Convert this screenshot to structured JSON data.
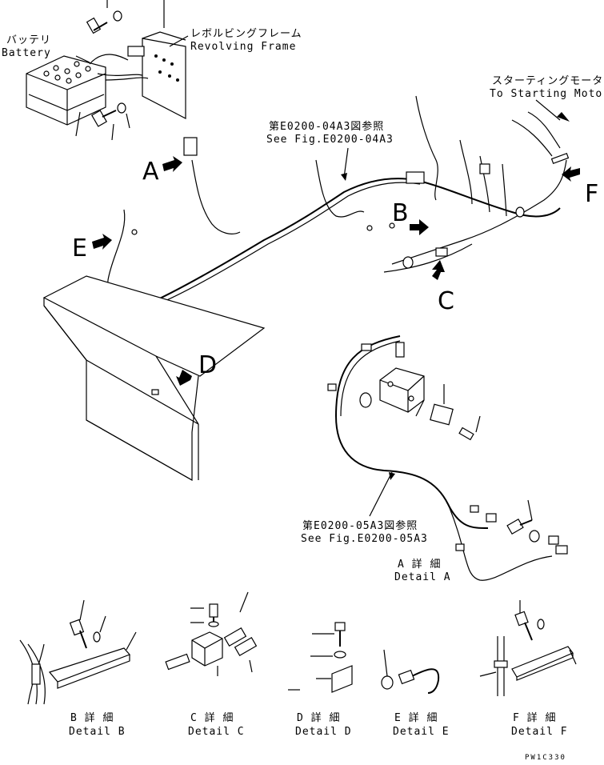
{
  "labels": {
    "battery_jp": "バッテリ",
    "battery_en": "Battery",
    "frame_jp": "レボルビングフレーム",
    "frame_en": "Revolving Frame",
    "starting_jp": "スターティングモータへ",
    "starting_en": "To Starting Motor",
    "see1_jp": "第E0200-04A3図参照",
    "see1_en": "See Fig.E0200-04A3",
    "see2_jp": "第E0200-05A3図参照",
    "see2_en": "See Fig.E0200-05A3",
    "detailA_jp": "A 詳 細",
    "detailA_en": "Detail A",
    "detailB_jp": "B 詳 細",
    "detailB_en": "Detail B",
    "detailC_jp": "C 詳 細",
    "detailC_en": "Detail C",
    "detailD_jp": "D 詳 細",
    "detailD_en": "Detail D",
    "detailE_jp": "E 詳 細",
    "detailE_en": "Detail E",
    "detailF_jp": "F 詳 細",
    "detailF_en": "Detail F",
    "code": "PW1C330"
  },
  "view_letters": {
    "A": "A",
    "B": "B",
    "C": "C",
    "D": "D",
    "E": "E",
    "F": "F"
  }
}
